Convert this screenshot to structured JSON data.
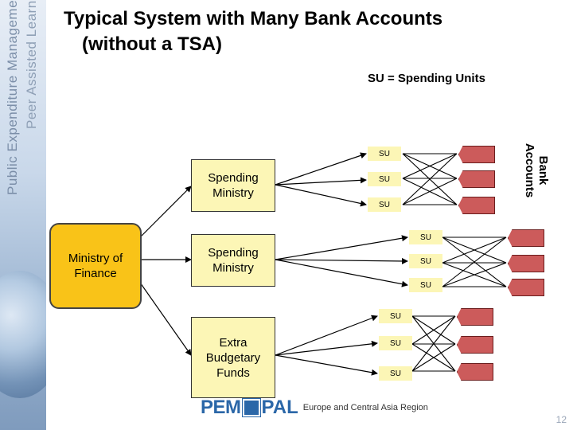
{
  "sidebar": {
    "line1": "Public Expenditure Management",
    "line2": "Peer Assisted Learning"
  },
  "title": {
    "line1": "Typical System with Many Bank Accounts",
    "line2": "(without a TSA)"
  },
  "legend": "SU = Spending Units",
  "root": "Ministry of Finance",
  "branches": [
    {
      "label": "Spending Ministry",
      "units": [
        "SU",
        "SU",
        "SU"
      ]
    },
    {
      "label": "Spending Ministry",
      "units": [
        "SU",
        "SU",
        "SU"
      ]
    },
    {
      "label": "Extra Budgetary Funds",
      "units": [
        "SU",
        "SU",
        "SU"
      ]
    }
  ],
  "bank_label": {
    "line1": "Bank",
    "line2": "Accounts"
  },
  "logo": {
    "part1": "PEM",
    "part2": "PAL",
    "region": "Europe and Central Asia Region"
  },
  "page_number": "12",
  "colors": {
    "box": "#fcf6b6",
    "finance": "#f9c318",
    "account": "#cc5b5b"
  }
}
